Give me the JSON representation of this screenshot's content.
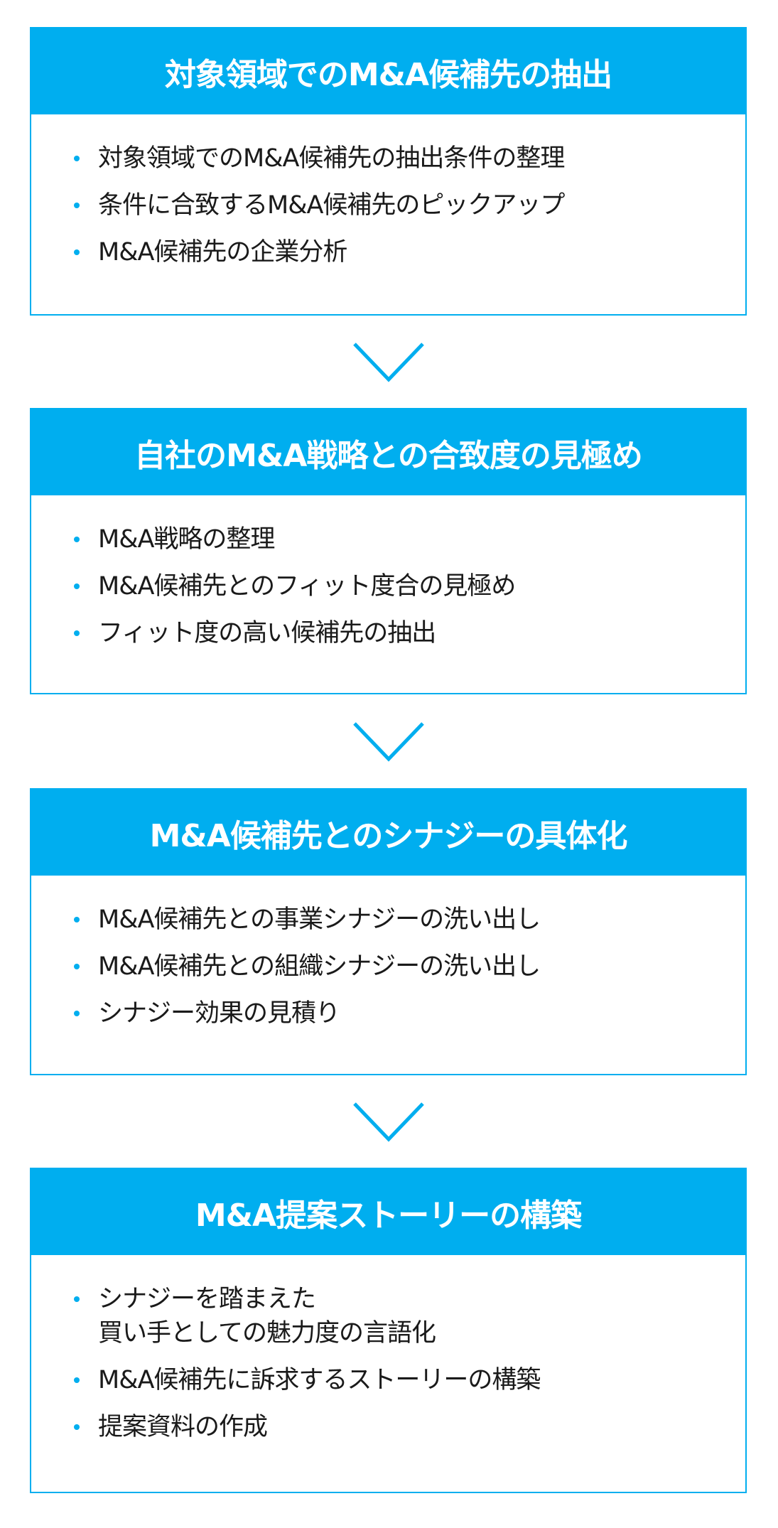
{
  "accent_color": "#00aeef",
  "steps": [
    {
      "title": "対象領域でのM&A候補先の抽出",
      "items": [
        "対象領域でのM&A候補先の抽出条件の整理",
        "条件に合致するM&A候補先のピックアップ",
        "M&A候補先の企業分析"
      ]
    },
    {
      "title": "自社のM&A戦略との合致度の見極め",
      "items": [
        "M&A戦略の整理",
        "M&A候補先とのフィット度合の見極め",
        "フィット度の高い候補先の抽出"
      ]
    },
    {
      "title": "M&A候補先とのシナジーの具体化",
      "items": [
        "M&A候補先との事業シナジーの洗い出し",
        "M&A候補先との組織シナジーの洗い出し",
        "シナジー効果の見積り"
      ]
    },
    {
      "title": "M&A提案ストーリーの構築",
      "items": [
        "シナジーを踏まえた\n買い手としての魅力度の言語化",
        "M&A候補先に訴求するストーリーの構築",
        "提案資料の作成"
      ]
    }
  ]
}
